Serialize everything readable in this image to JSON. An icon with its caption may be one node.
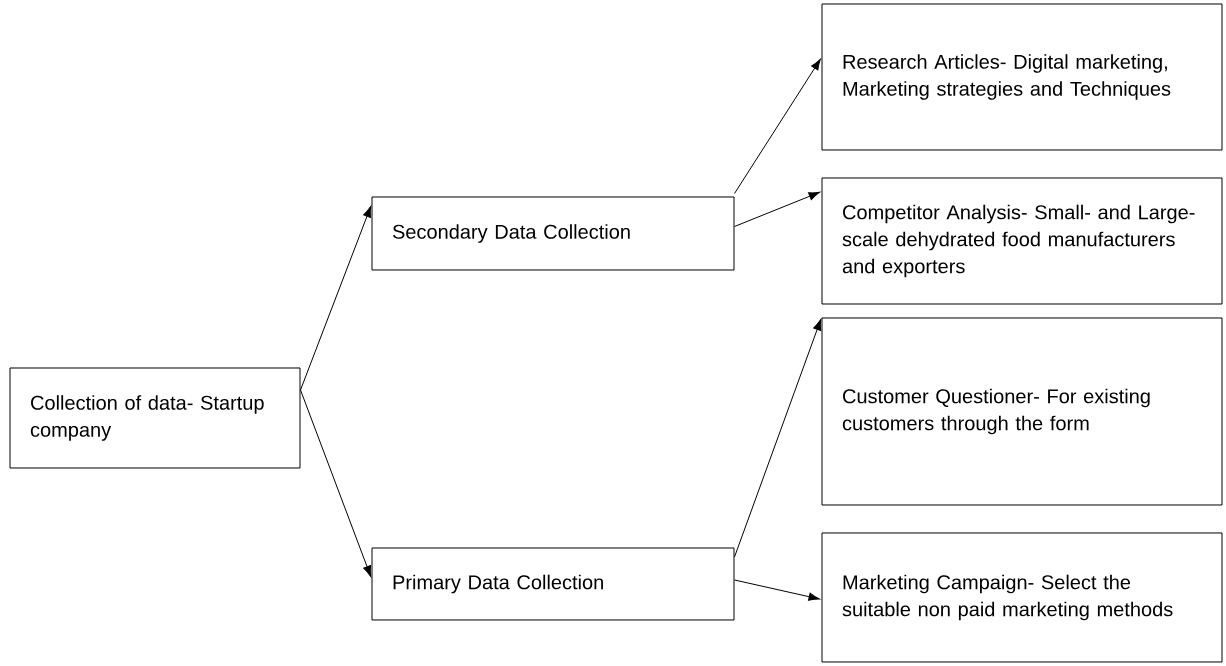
{
  "diagram": {
    "nodes": [
      {
        "text": [
          "Collection of data- Startup company"
        ]
      },
      {
        "text": [
          "Secondary Data Collection"
        ]
      },
      {
        "text": [
          "Primary Data Collection"
        ]
      },
      {
        "text": [
          "Research Articles- Digital marketing, Marketing strategies and Techniques"
        ]
      },
      {
        "text": [
          "Competitor Analysis- Small- and Large-scale dehydrated food manufacturers and exporters"
        ]
      },
      {
        "text": [
          "Customer Questioner- For existing customers through the form"
        ]
      },
      {
        "text": [
          "Marketing Campaign- Select the suitable non paid marketing methods"
        ]
      }
    ],
    "edges": [
      {
        "from": 0,
        "to": 1,
        "arrow": "to"
      },
      {
        "from": 0,
        "to": 2,
        "arrow": "to"
      },
      {
        "from": 1,
        "to": 3,
        "arrow": "to"
      },
      {
        "from": 1,
        "to": 4,
        "arrow": "to"
      },
      {
        "from": 2,
        "to": 5,
        "arrow": "to"
      },
      {
        "from": 2,
        "to": 6,
        "arrow": "to"
      }
    ]
  }
}
